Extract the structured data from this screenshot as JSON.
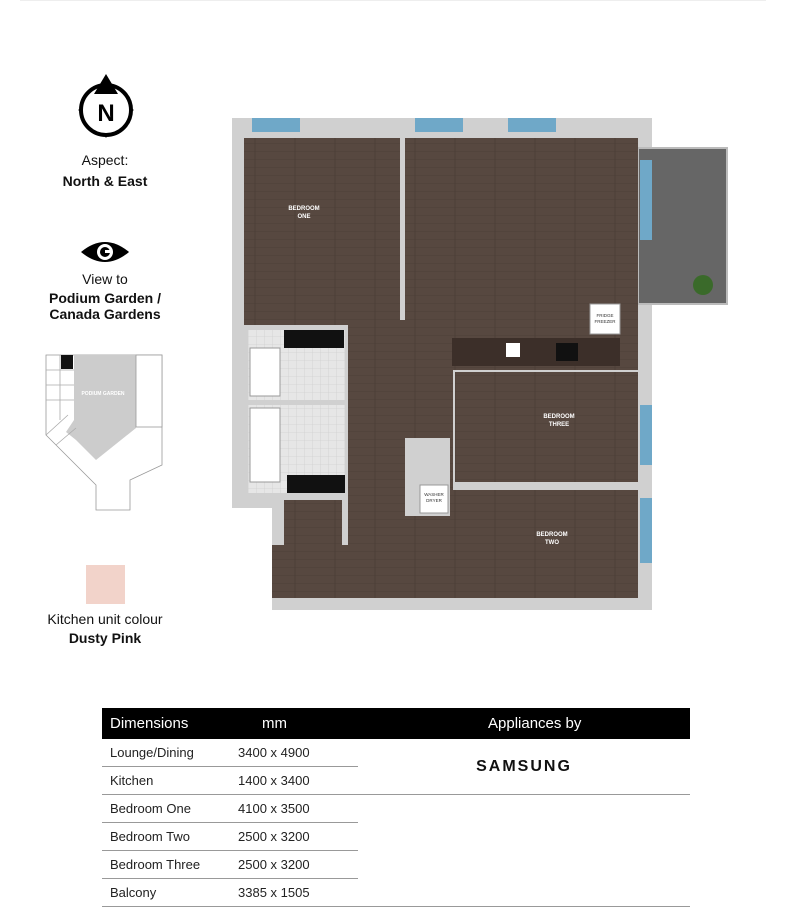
{
  "aspect": {
    "label": "Aspect:",
    "value": "North & East",
    "compass_icon": "compass-north-icon",
    "compass_letter": "N"
  },
  "view": {
    "label": "View to",
    "value_line1": "Podium Garden /",
    "value_line2": "Canada Gardens",
    "icon": "eye-icon"
  },
  "keyplan": {
    "label": "PODIUM GARDEN"
  },
  "kitchen": {
    "label": "Kitchen unit colour",
    "value": "Dusty Pink",
    "swatch_color": "#f2d3ca"
  },
  "floorplan": {
    "rooms": {
      "bedroom_one": [
        "BEDROOM",
        "ONE"
      ],
      "bedroom_two": [
        "BEDROOM",
        "TWO"
      ],
      "bedroom_three": [
        "BEDROOM",
        "THREE"
      ]
    },
    "fridge": [
      "FRIDGE",
      "FREEZER"
    ],
    "washer": [
      "WASHER",
      "DRYER"
    ]
  },
  "table": {
    "headers": {
      "dimensions": "Dimensions",
      "unit": "mm",
      "appliances": "Appliances by"
    },
    "brand": "SAMSUNG",
    "rows": [
      {
        "room": "Lounge/Dining",
        "size": "3400 x 4900"
      },
      {
        "room": "Kitchen",
        "size": "1400 x 3400"
      },
      {
        "room": "Bedroom One",
        "size": "4100 x 3500"
      },
      {
        "room": "Bedroom Two",
        "size": "2500 x 3200"
      },
      {
        "room": "Bedroom Three",
        "size": "2500 x 3200"
      },
      {
        "room": "Balcony",
        "size": "3385 x 1505"
      }
    ]
  }
}
